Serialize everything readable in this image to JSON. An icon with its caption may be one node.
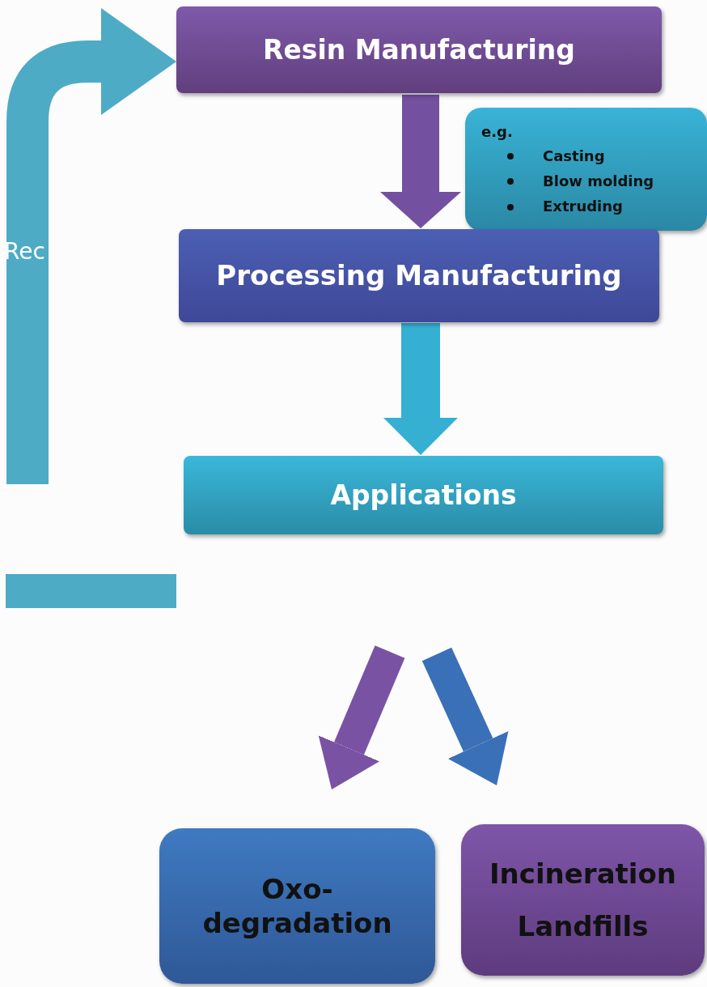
{
  "diagram": {
    "nodes": [
      {
        "text": [
          "Resin Manufacturing"
        ]
      },
      {
        "text": [
          "e.g.",
          "Casting",
          "Blow molding",
          "Extruding"
        ]
      },
      {
        "text": [
          "Processing Manufacturing"
        ]
      },
      {
        "text": [
          "Applications"
        ]
      },
      {
        "text": [
          "Oxo-degradation"
        ]
      },
      {
        "text": [
          "Incineration",
          "Landfills"
        ]
      }
    ],
    "edges": [
      {
        "from": 0,
        "to": 2,
        "arrow": "to",
        "color": "#7450a0"
      },
      {
        "from": 2,
        "to": 3,
        "arrow": "to",
        "color": "#36b0d2"
      },
      {
        "from": null,
        "to": 4,
        "arrow": "to",
        "color": "#7a52a4"
      },
      {
        "from": null,
        "to": 5,
        "arrow": "to",
        "color": "#3a70b8"
      },
      {
        "from": null,
        "to": 0,
        "arrow": "to",
        "label": "Rec",
        "color": "#4eabc6"
      }
    ]
  }
}
